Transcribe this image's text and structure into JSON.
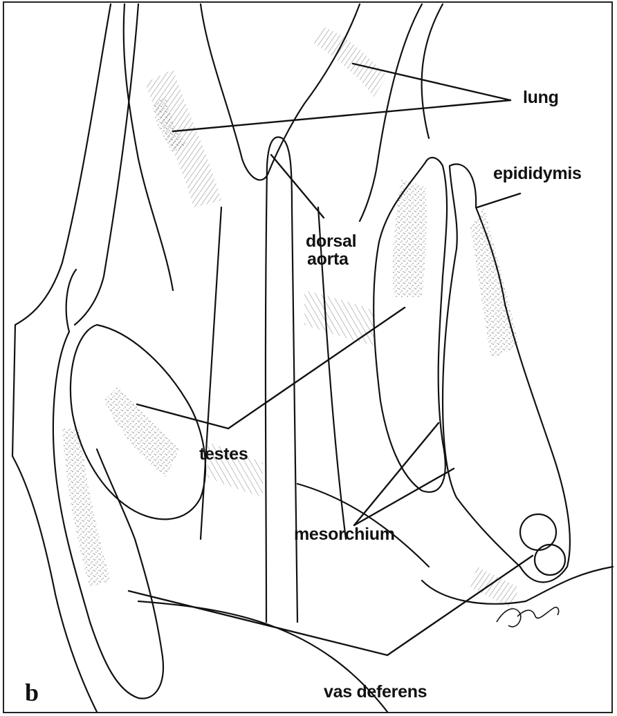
{
  "figure": {
    "panel_letter": "b",
    "signature": "DW",
    "labels": {
      "lung": "lung",
      "epididymis": "epididymis",
      "dorsal_aorta_line1": "dorsal",
      "dorsal_aorta_line2": "aorta",
      "testes": "testes",
      "mesorchium": "mesorchium",
      "vas_deferens": "vas deferens"
    }
  },
  "colors": {
    "ink": "#111111",
    "paper": "#ffffff",
    "stipple": "#333333"
  }
}
